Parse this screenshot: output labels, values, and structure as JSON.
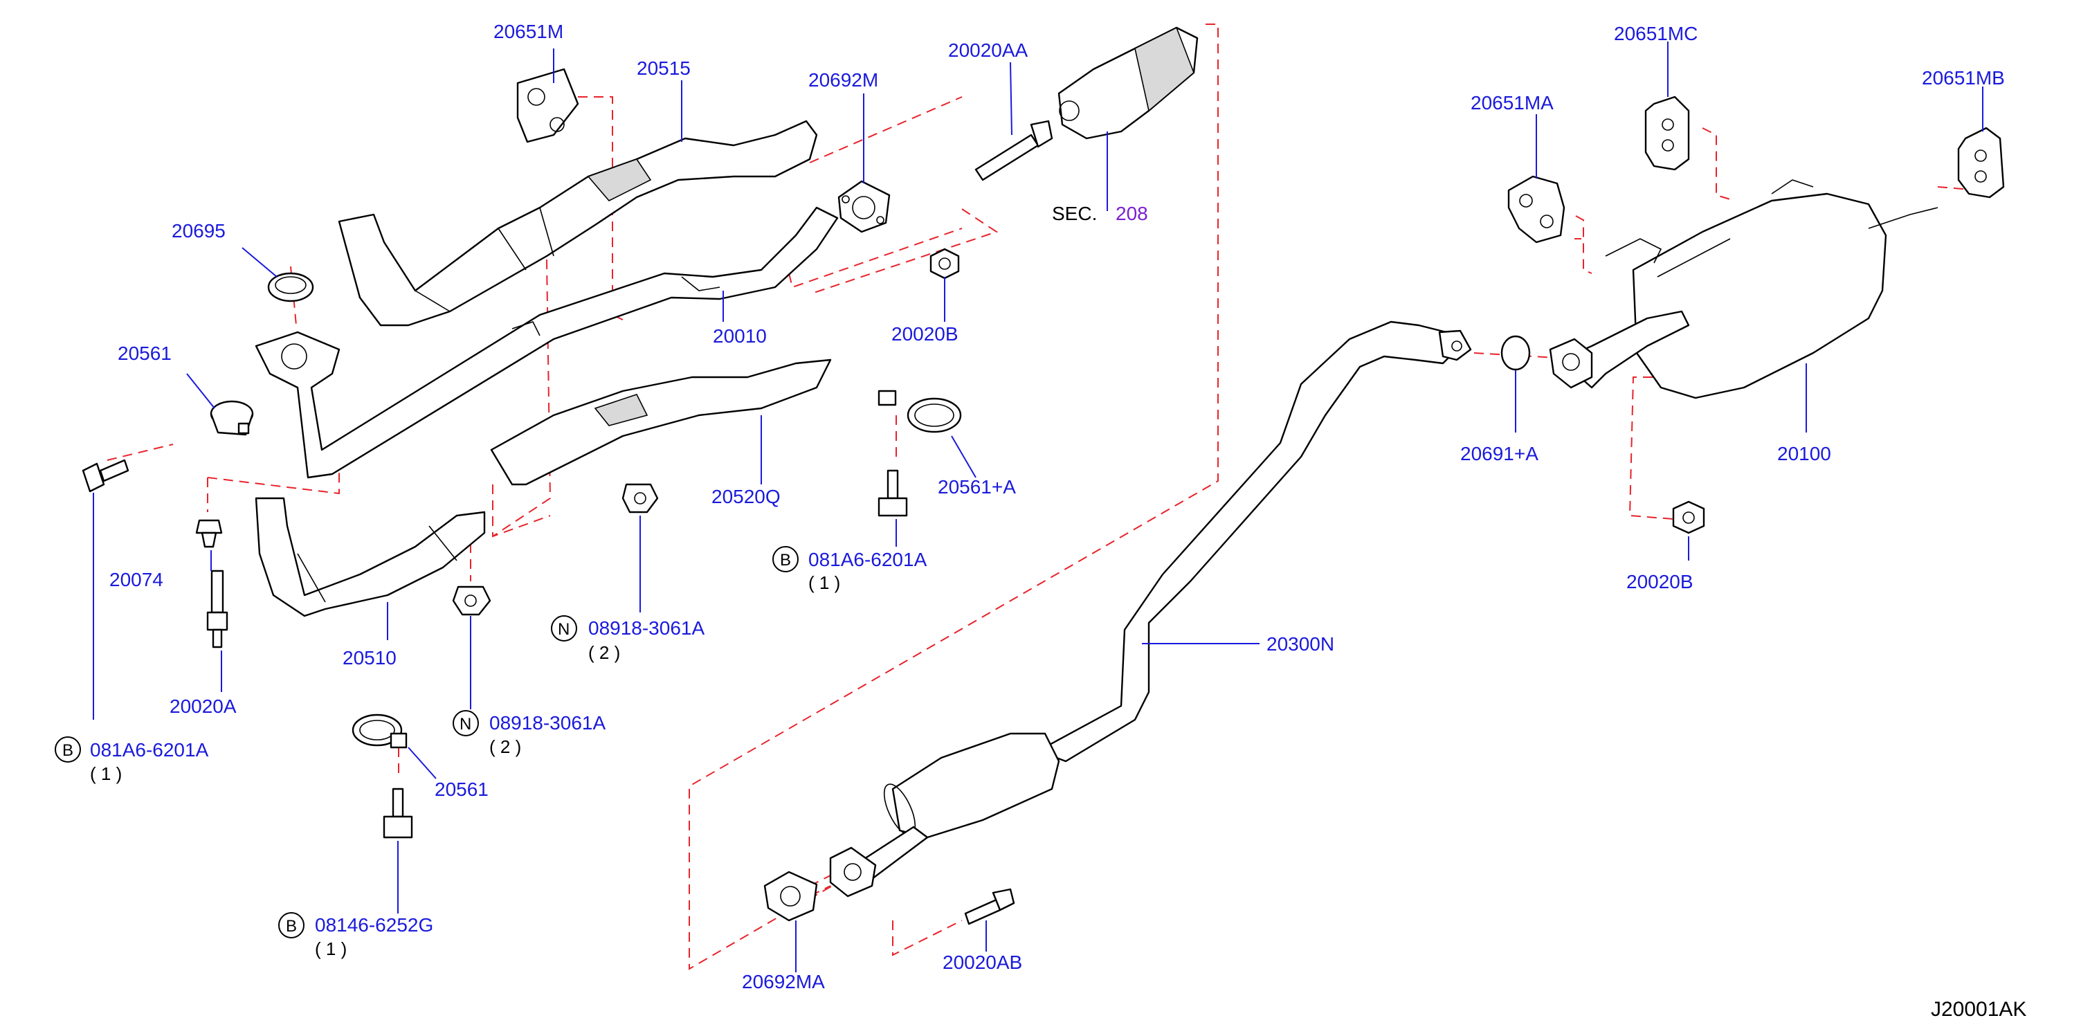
{
  "diagram_id": "J20001AK",
  "section_ref": {
    "prefix": "SEC.",
    "number": "208"
  },
  "parts": {
    "p20651M": "20651M",
    "p20515": "20515",
    "p20692M": "20692M",
    "p20020AA": "20020AA",
    "p20695": "20695",
    "p20561_left": "20561",
    "p20010": "20010",
    "p20020B_top": "20020B",
    "p20520Q": "20520Q",
    "p20561A": "20561+A",
    "p20074": "20074",
    "p20020A": "20020A",
    "p20510": "20510",
    "p20561_bottom": "20561",
    "p20651MC": "20651MC",
    "p20651MA": "20651MA",
    "p20651MB": "20651MB",
    "p20691A": "20691+A",
    "p20100": "20100",
    "p20020B_right": "20020B",
    "p20300N": "20300N",
    "p20692MA": "20692MA",
    "p20020AB": "20020AB"
  },
  "fasteners": {
    "b1": {
      "letter": "B",
      "number": "081A6-6201A",
      "qty": "( 1 )"
    },
    "b2": {
      "letter": "B",
      "number": "081A6-6201A",
      "qty": "( 1 )"
    },
    "b3": {
      "letter": "B",
      "number": "08146-6252G",
      "qty": "( 1 )"
    },
    "n1": {
      "letter": "N",
      "number": "08918-3061A",
      "qty": "( 2 )"
    },
    "n2": {
      "letter": "N",
      "number": "08918-3061A",
      "qty": "( 2 )"
    }
  },
  "colors": {
    "part_number": "#1a1adc",
    "dashed_guide": "#e8232b",
    "section_link": "#7a1fd0",
    "line_art": "#000000"
  }
}
